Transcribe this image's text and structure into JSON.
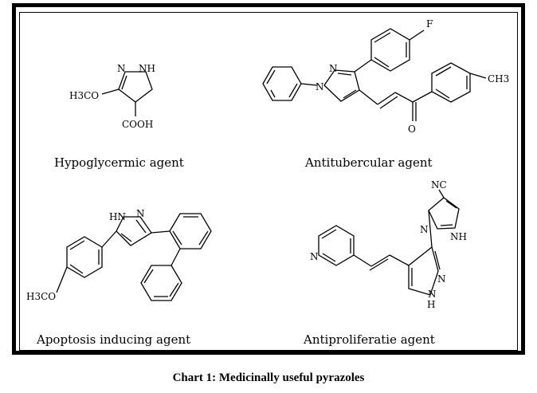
{
  "caption": "Chart 1: Medicinally useful pyrazoles",
  "panels": [
    {
      "agent_label": "Hypoglycermic agent",
      "atom_labels": [
        "N",
        "NH",
        "H3CO",
        "COOH"
      ]
    },
    {
      "agent_label": "Antitubercular agent",
      "atom_labels": [
        "F",
        "N",
        "N",
        "O",
        "CH3"
      ]
    },
    {
      "agent_label": "Apoptosis inducing agent",
      "atom_labels": [
        "HN",
        "N",
        "H3CO"
      ]
    },
    {
      "agent_label": "Antiproliferatie agent",
      "atom_labels": [
        "NC",
        "N",
        "NH",
        "N",
        "N",
        "N",
        "H"
      ]
    }
  ]
}
